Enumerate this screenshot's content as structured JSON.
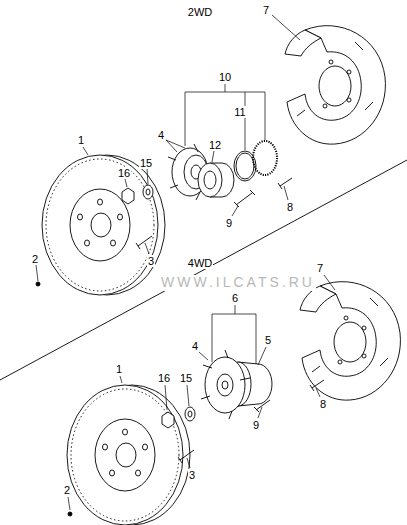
{
  "diagram": {
    "labels": [
      "2WD",
      "7",
      "10",
      "4",
      "12",
      "11",
      "1",
      "16",
      "15",
      "9",
      "8",
      "2",
      "3",
      "4WD",
      "7",
      "6",
      "4",
      "5",
      "1",
      "16",
      "15",
      "8",
      "9",
      "2",
      "3",
      "WWW.ILCATS.RU"
    ]
  }
}
